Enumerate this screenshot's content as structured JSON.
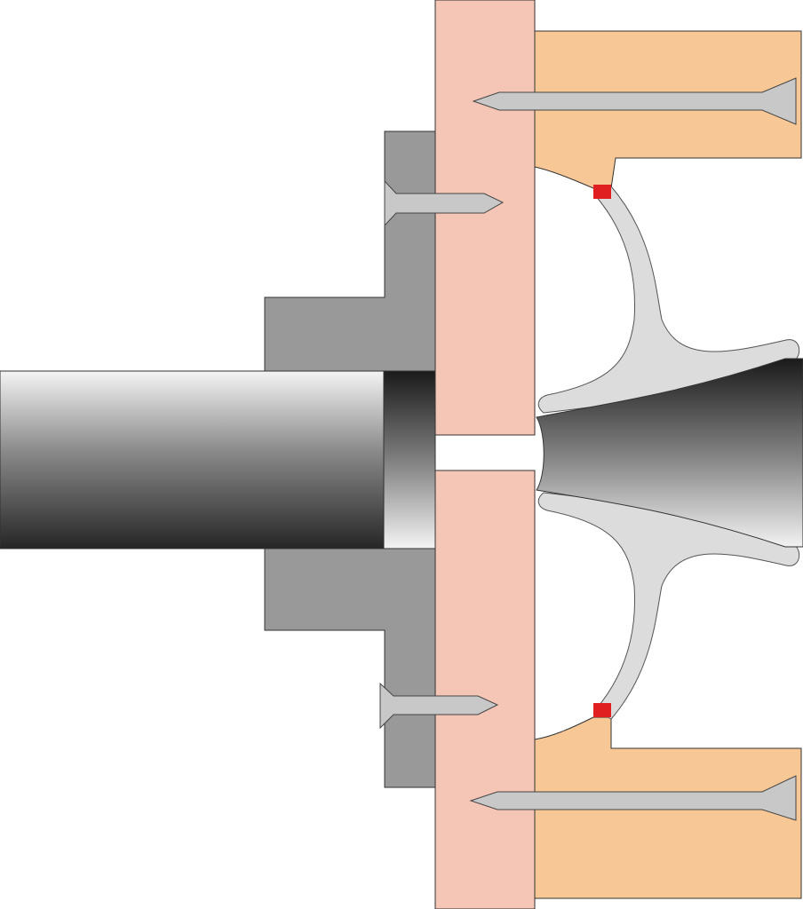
{
  "diagram": {
    "kind": "cross-section",
    "labels": [],
    "parts": [
      {
        "id": "shaft",
        "icon": "cylinder-shaft"
      },
      {
        "id": "shaft-end-cap",
        "icon": "cylinder-end"
      },
      {
        "id": "stepped-mount",
        "icon": "stepped-block"
      },
      {
        "id": "center-plate",
        "icon": "split-plate"
      },
      {
        "id": "top-wood-block",
        "icon": "l-block"
      },
      {
        "id": "bottom-wood-block",
        "icon": "l-block"
      },
      {
        "id": "bell-fitting",
        "icon": "flared-fitting"
      },
      {
        "id": "horn-body",
        "icon": "trumpet-horn"
      },
      {
        "id": "top-nail",
        "icon": "nail"
      },
      {
        "id": "bottom-nail",
        "icon": "nail"
      },
      {
        "id": "upper-short-nail",
        "icon": "nail"
      },
      {
        "id": "lower-short-nail",
        "icon": "nail"
      },
      {
        "id": "top-contact-marker",
        "icon": "red-square"
      },
      {
        "id": "bottom-contact-marker",
        "icon": "red-square"
      }
    ],
    "colors": {
      "plate": "#f5c6b5",
      "wood": "#f7c895",
      "mount": "#999999",
      "nail": "#c8c8c8",
      "horn": "#dcdcdc",
      "marker": "#e02020",
      "outline": "#333333"
    }
  }
}
